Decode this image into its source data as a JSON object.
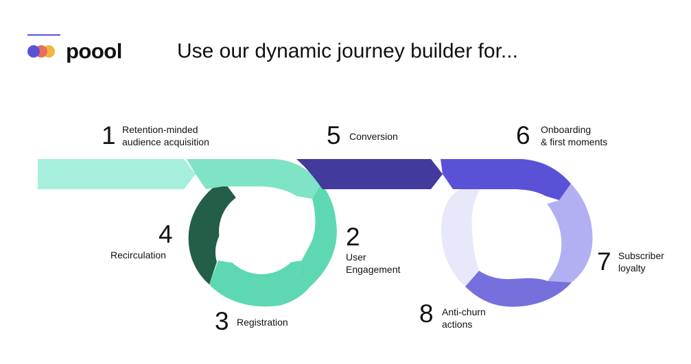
{
  "brand": {
    "name": "poool",
    "dot_colors": [
      "#5a52d6",
      "#e76f5a",
      "#f2b544"
    ]
  },
  "headline": "Use our dynamic journey builder for...",
  "colors": {
    "mint_light": "#a6efdc",
    "mint": "#7fe3c5",
    "teal_dark": "#235e48",
    "green_mid": "#5ed8b2",
    "indigo_dark": "#433a9e",
    "indigo": "#5a52d6",
    "violet_soft": "#b2b0f2",
    "lavender_light": "#e8e8fb",
    "violet_mid": "#7670dd"
  },
  "steps": [
    {
      "number": "1",
      "lines": [
        "Retention-minded",
        "audience acquisition"
      ]
    },
    {
      "number": "2",
      "lines": [
        "User",
        "Engagement"
      ]
    },
    {
      "number": "3",
      "lines": [
        "Registration"
      ]
    },
    {
      "number": "4",
      "lines": [
        "Recirculation"
      ]
    },
    {
      "number": "5",
      "lines": [
        "Conversion"
      ]
    },
    {
      "number": "6",
      "lines": [
        "Onboarding",
        "& first moments"
      ]
    },
    {
      "number": "7",
      "lines": [
        "Subscriber",
        "loyalty"
      ]
    },
    {
      "number": "8",
      "lines": [
        "Anti-churn",
        "actions"
      ]
    }
  ]
}
